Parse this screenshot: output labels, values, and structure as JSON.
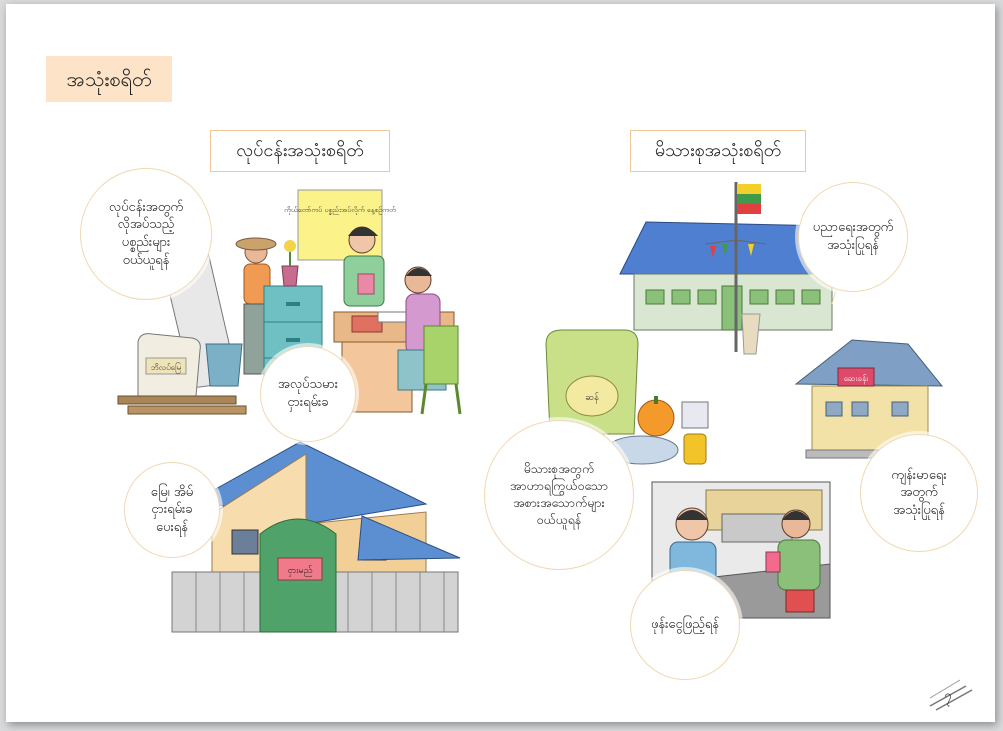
{
  "title": "အသုံးစရိတ်",
  "sections": {
    "business": {
      "title": "လုပ်ငန်းအသုံးစရိတ်",
      "sign_text": "ကိုယ်တော်ကပ် ပစ္စည်းအပ်လိုက် နေ့စဉ်ကတ်",
      "bag_label": "ဘိလပ်မြေ",
      "house_sign": "ငှားမည်",
      "labels": {
        "materials": "လုပ်ငန်းအတွက်\nလိုအပ်သည့်\nပစ္စည်းများ\nဝယ်ယူရန်",
        "wages": "အလုပ်သမား\nငှားရမ်းခ",
        "rent": "မြေ၊ အိမ်\nငှားရမ်းခ\nပေးရန်"
      }
    },
    "family": {
      "title": "မိသားစုအသုံးစရိတ်",
      "clinic_sign": "ဆေးခန်း",
      "bag_label": "ဆန်",
      "labels": {
        "education": "ပညာရေးအတွက်\nအသုံးပြုရန်",
        "health": "ကျန်းမာရေး\nအတွက်\nအသုံးပြုရန်",
        "food": "မိသားစုအတွက်\nအာဟာရကြွယ်ဝသော\nအစားအသောက်များ\nဝယ်ယူရန်",
        "phone": "ဖုန်းငွေဖြည့်ရန်"
      }
    }
  },
  "page_number": "၇"
}
